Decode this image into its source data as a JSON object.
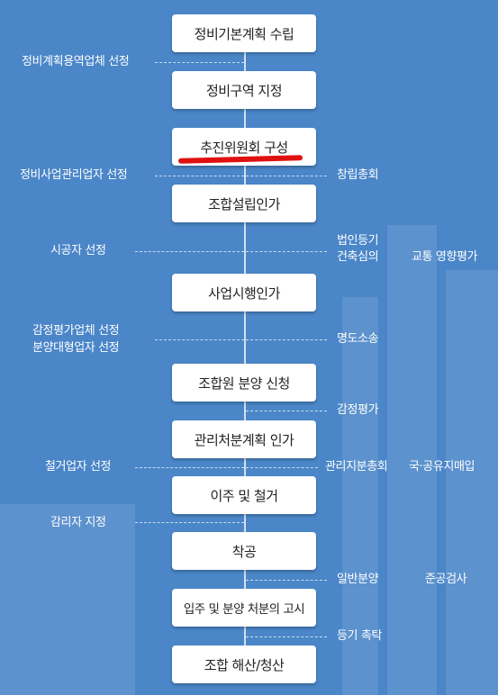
{
  "steps": [
    "정비기본계획 수립",
    "정비구역 지정",
    "추진위원회 구성",
    "조합설립인가",
    "사업시행인가",
    "조합원 분양 신청",
    "관리처분계획 인가",
    "이주 및 철거",
    "착공",
    "입주 및 분양 처분의 고시",
    "조합 해산/청산"
  ],
  "left_notes": {
    "n1": "정비계획용역업체 선정",
    "n2": "정비사업관리업자 선정",
    "n3": "시공자 선정",
    "n4a": "감정평가업체 선정",
    "n4b": "분양대형업자 선정",
    "n5": "철거업자 선정",
    "n6": "감리자 지정"
  },
  "right_notes": {
    "r1": "창립총회",
    "r2a": "법인등기",
    "r2b": "건축심의",
    "r2c": "교통 영향평가",
    "r3": "명도소송",
    "r4": "감정평가",
    "r5a": "관리지분총회",
    "r5b": "국·공유지매입",
    "r6a": "일반분양",
    "r6b": "준공검사",
    "r7": "등기 촉탁"
  },
  "highlight_color": "#e01010"
}
